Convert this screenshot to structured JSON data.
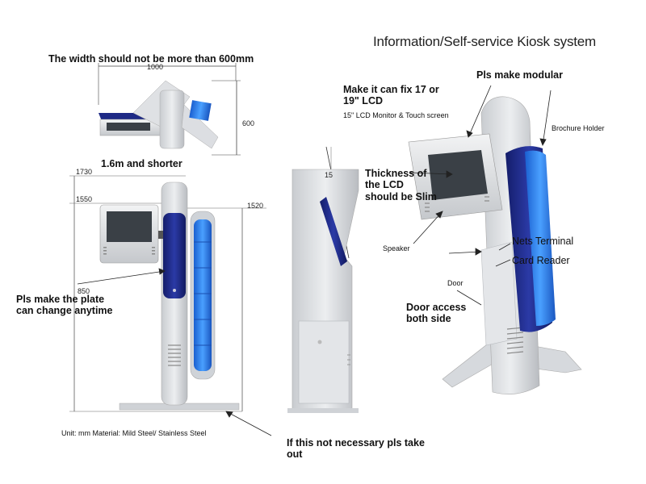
{
  "title": "Information/Self-service Kiosk system",
  "notes": {
    "width_limit": "The width should not be more than 600mm",
    "height_limit": "1.6m and shorter",
    "plate": "Pls make the plate can change anytime",
    "lcd_size": "Make it can fix 17 or 19\" LCD",
    "lcd_spec": "15\" LCD Monitor & Touch screen",
    "modular": "Pls make modular",
    "thickness": "Thickness of the LCD should be Slim",
    "optional": "If this not necessary pls take out",
    "door_access": "Door access both side"
  },
  "dimensions": {
    "top_width": "1000",
    "top_depth": "600",
    "h1": "1730",
    "h2": "1550",
    "h3": "1520",
    "h4": "850",
    "angle": "15"
  },
  "parts": {
    "brochure": "Brochure Holder",
    "speaker": "Speaker",
    "nets": "Nets Terminal",
    "card": "Card Reader",
    "door": "Door"
  },
  "footer": "Unit: mm  Material: Mild Steel/ Stainless Steel",
  "colors": {
    "body": "#d8dadd",
    "navy": "#1e2a86",
    "blue": "#2f7fe8",
    "screen": "#3a4046",
    "line": "#222222"
  }
}
